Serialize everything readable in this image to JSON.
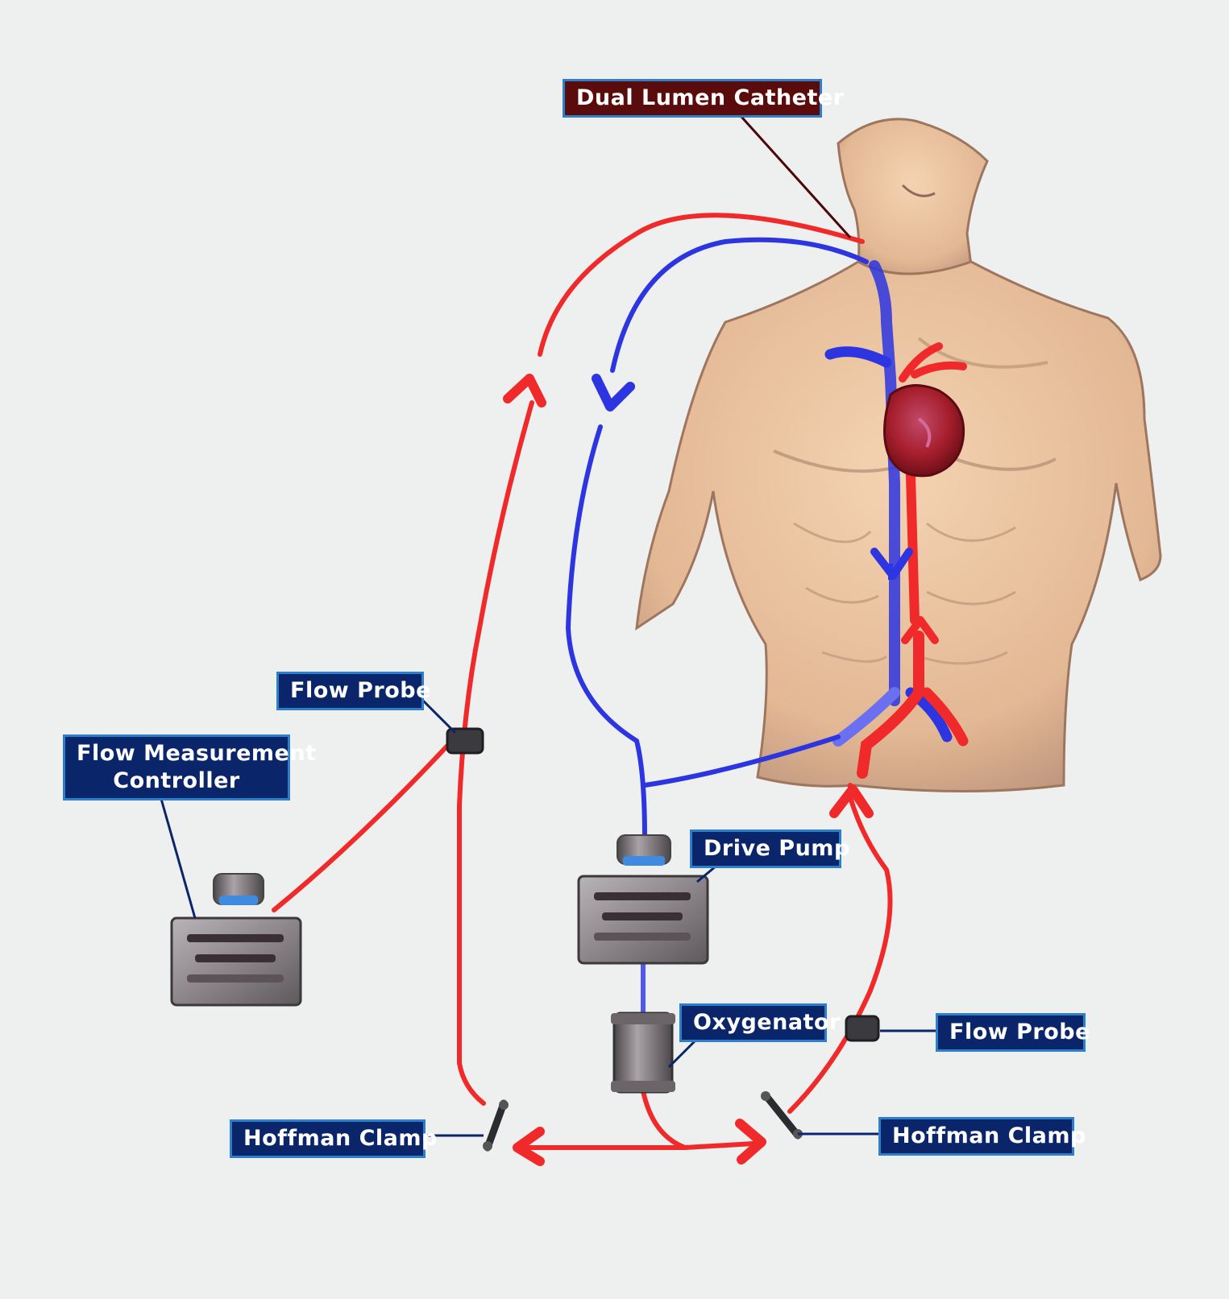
{
  "labels": {
    "dual_lumen_catheter": "Dual Lumen Catheter",
    "flow_probe_upper": "Flow Probe",
    "flow_measurement_controller_line1": "Flow Measurement",
    "flow_measurement_controller_line2": "Controller",
    "drive_pump": "Drive Pump",
    "oxygenator": "Oxygenator",
    "flow_probe_lower": "Flow Probe",
    "hoffman_clamp_left": "Hoffman Clamp",
    "hoffman_clamp_right": "Hoffman Clamp"
  },
  "colors": {
    "background": "#eef0ef",
    "oxygenated_line": "#f02a2a",
    "deoxygenated_line": "#2c35e0",
    "label_fill": "#0a2569",
    "label_border": "#2c7fc8",
    "catheter_label_fill": "#5a0b0b",
    "skin": "#e9c4a0",
    "device_gray": "#8a8488"
  }
}
